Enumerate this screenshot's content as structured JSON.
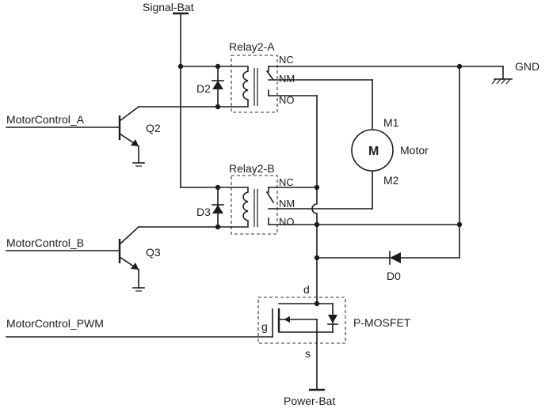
{
  "labels": {
    "signal_bat": "Signal-Bat",
    "gnd": "GND",
    "relay_a": "Relay2-A",
    "relay_b": "Relay2-B",
    "nc": "NC",
    "nm": "NM",
    "no": "NO",
    "d2": "D2",
    "d3": "D3",
    "d0": "D0",
    "q2": "Q2",
    "q3": "Q3",
    "m1": "M1",
    "m2": "M2",
    "motor_symbol": "M",
    "motor": "Motor",
    "motor_control_a": "MotorControl_A",
    "motor_control_b": "MotorControl_B",
    "motor_control_pwm": "MotorControl_PWM",
    "d": "d",
    "g": "g",
    "s": "s",
    "pmosfet": "P-MOSFET",
    "power_bat": "Power-Bat"
  }
}
